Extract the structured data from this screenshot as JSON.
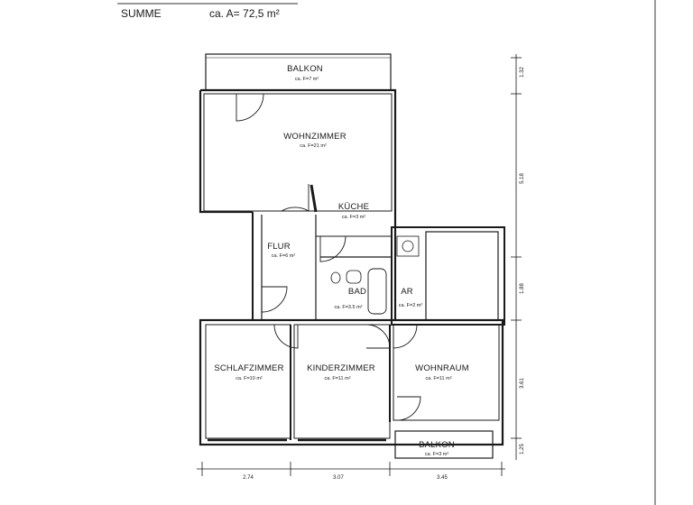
{
  "header": {
    "summe_label": "SUMME",
    "summe_value": "ca. A= 72,5 m²"
  },
  "rooms": {
    "balkon_top": {
      "name": "BALKON",
      "area": "ca. F=7 m²"
    },
    "wohnzimmer": {
      "name": "WOHNZIMMER",
      "area": "ca. F=21 m²"
    },
    "kueche": {
      "name": "KÜCHE",
      "area": "ca. F=3 m²"
    },
    "flur": {
      "name": "FLUR",
      "area": "ca. F=6 m²"
    },
    "bad": {
      "name": "BAD",
      "area": "ca. F=3.5 m²"
    },
    "ar": {
      "name": "AR",
      "area": "ca. F=2 m²"
    },
    "schlafzimmer": {
      "name": "SCHLAFZIMMER",
      "area": "ca. F=10 m²"
    },
    "kinderzimmer": {
      "name": "KINDERZIMMER",
      "area": "ca. F=11 m²"
    },
    "wohnraum": {
      "name": "WOHNRAUM",
      "area": "ca. F=11 m²"
    },
    "balkon_bottom": {
      "name": "BALKON",
      "area": "ca. F=3 m²"
    }
  },
  "dimensions": {
    "bottom": [
      "2.74",
      "3.07",
      "3.45"
    ],
    "right": [
      "1.32",
      "5.18",
      "1.88",
      "3.61",
      "1.25"
    ]
  }
}
